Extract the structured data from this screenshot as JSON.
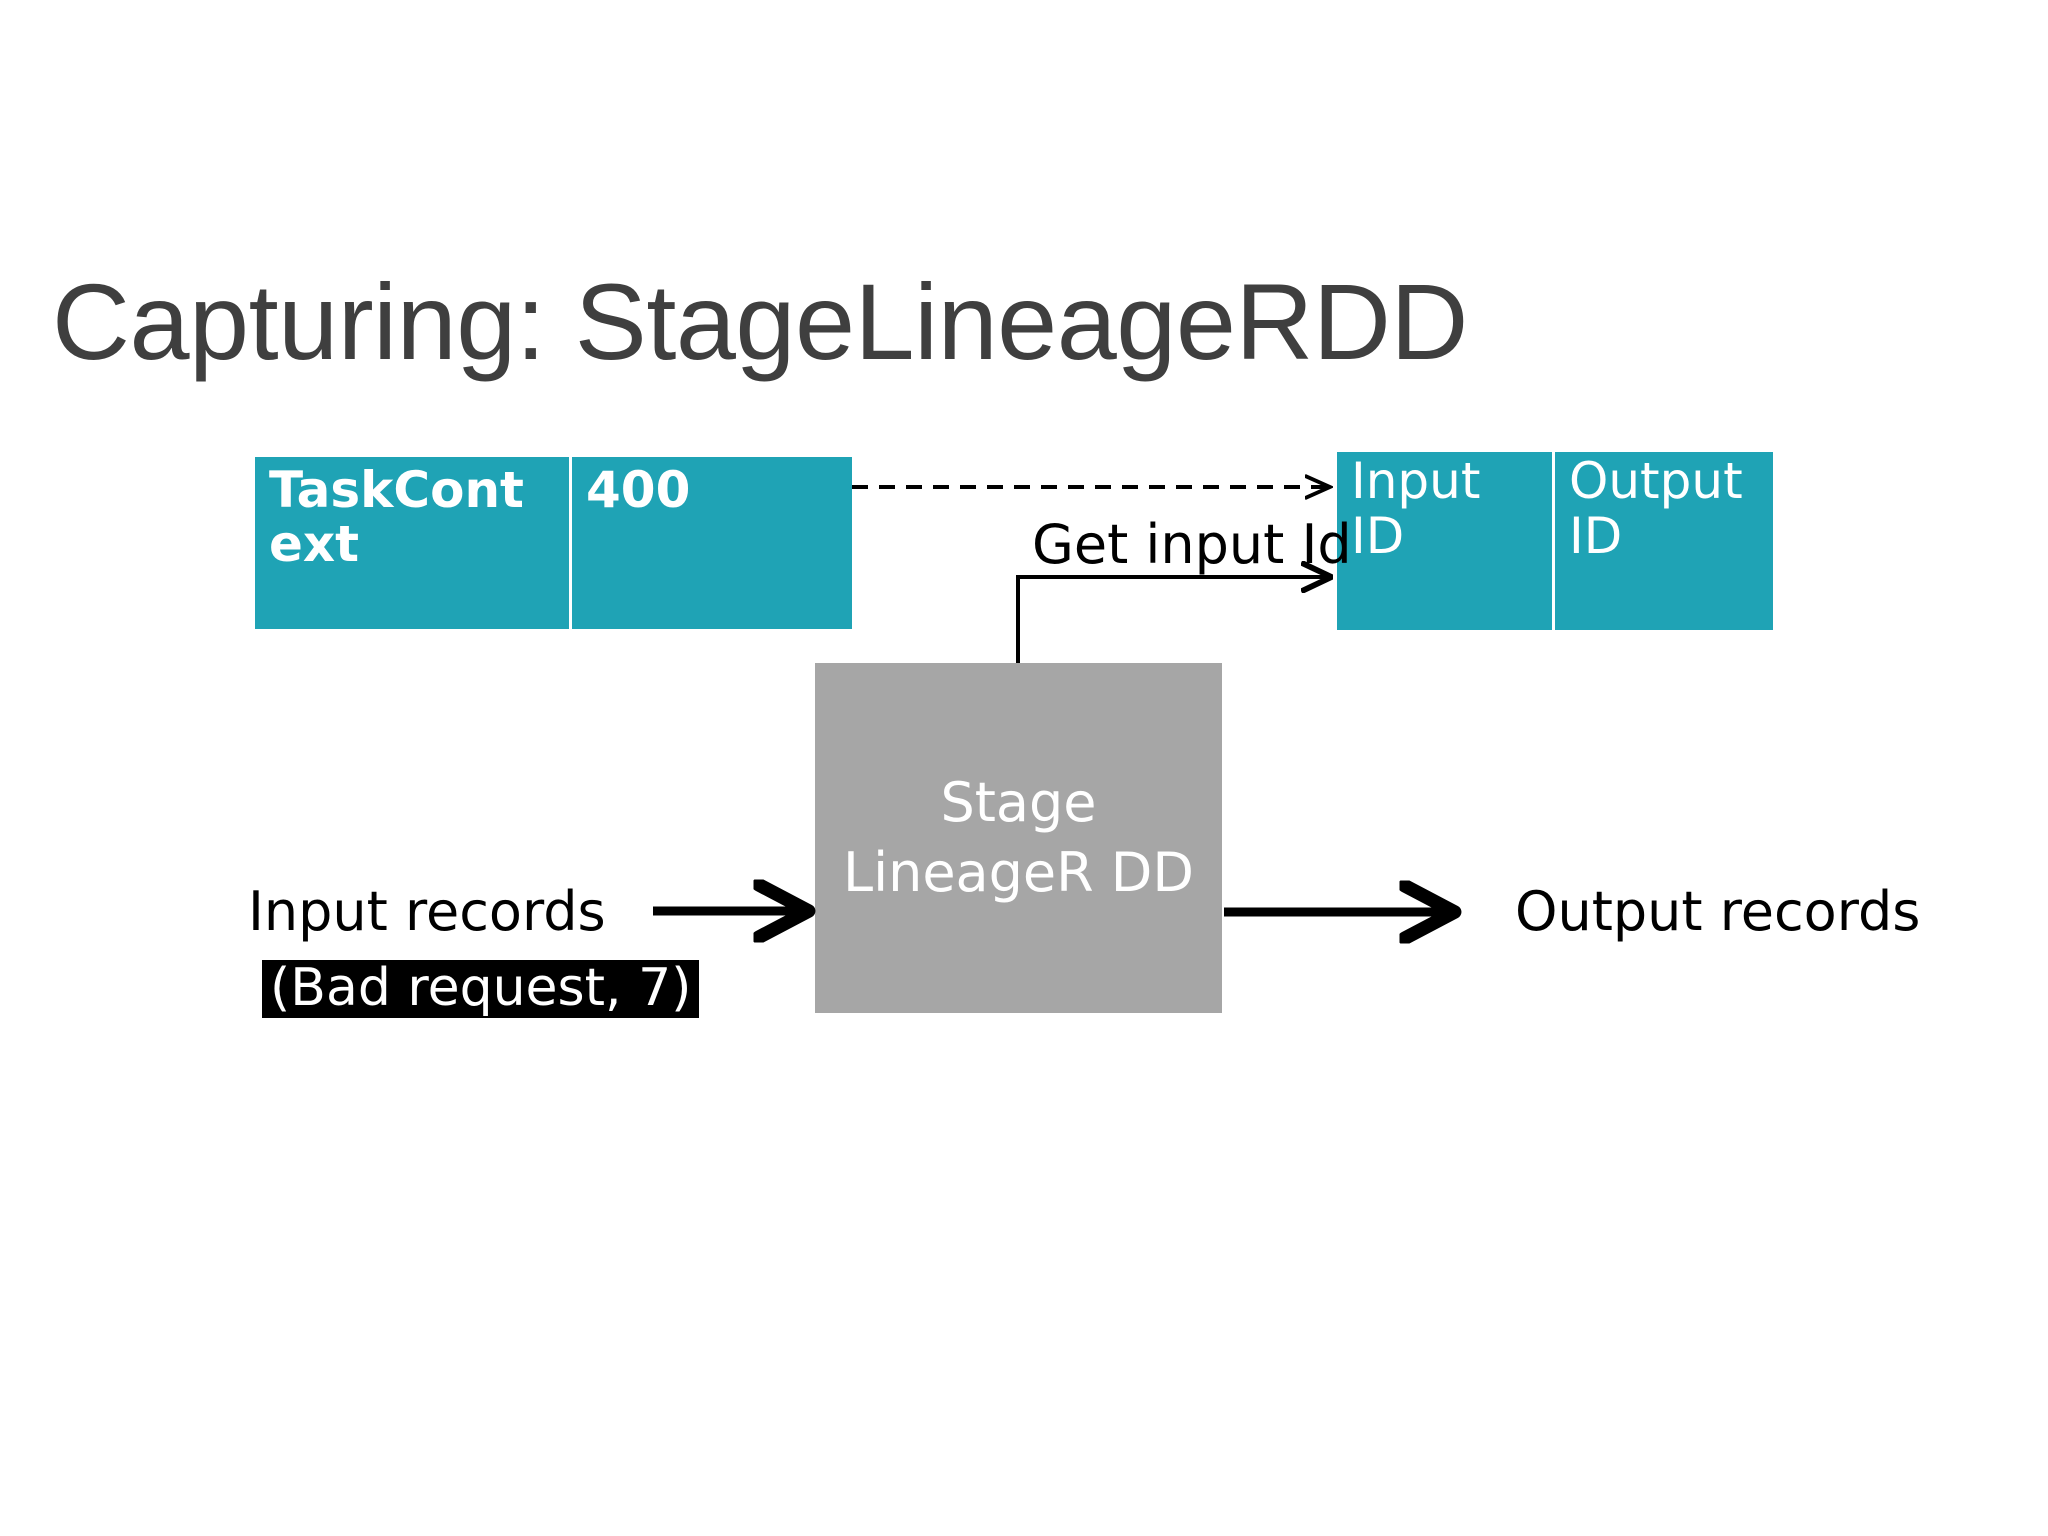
{
  "slide": {
    "title": "Capturing: StageLineageRDD",
    "background_color": "#ffffff",
    "title_color": "#3f3f3f"
  },
  "palette": {
    "teal": "#1fa3b5",
    "gray": "#a6a6a6",
    "black": "#000000",
    "white": "#ffffff"
  },
  "diagram": {
    "task_context_table": {
      "key": "TaskCont ext",
      "value": "400"
    },
    "io_id_table": {
      "input_header": "Input ID",
      "output_header": "Output ID"
    },
    "process_box": {
      "label": "Stage LineageR DD"
    },
    "labels": {
      "get_input_id": "Get input Id",
      "input_records": "Input records",
      "output_records": "Output records",
      "bad_request_record": "(Bad request, 7)"
    },
    "connectors": [
      {
        "name": "taskcontext-to-input-id",
        "style": "dashed",
        "direction": "right"
      },
      {
        "name": "stagelineagerdd-to-input-id",
        "style": "solid-elbow",
        "direction": "up-right"
      },
      {
        "name": "input-records-to-stagelineagerdd",
        "style": "solid",
        "direction": "right"
      },
      {
        "name": "stagelineagerdd-to-output-records",
        "style": "solid",
        "direction": "right"
      }
    ]
  }
}
